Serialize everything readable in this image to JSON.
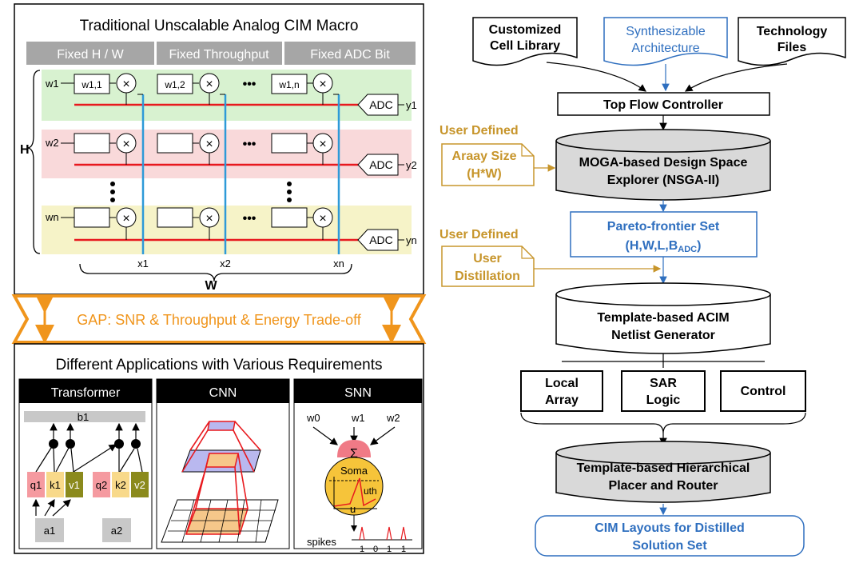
{
  "left": {
    "top_title": "Traditional Unscalable Analog CIM Macro",
    "headers": [
      "Fixed H / W",
      "Fixed Throughput",
      "Fixed ADC Bit"
    ],
    "h_label": "H",
    "w_label": "W",
    "rows": [
      {
        "w": "w1",
        "cells": [
          "w1,1",
          "w1,2",
          "w1,n"
        ],
        "adc": "ADC",
        "y": "y1"
      },
      {
        "w": "w2",
        "cells": [
          "",
          "",
          ""
        ],
        "adc": "ADC",
        "y": "y2"
      },
      {
        "w": "wn",
        "cells": [
          "",
          "",
          ""
        ],
        "adc": "ADC",
        "y": "yn"
      }
    ],
    "xs": [
      "x1",
      "x2",
      "xn"
    ],
    "mult": "×",
    "dots_h": "•••",
    "gap_text": "GAP: SNR & Throughput & Energy Trade-off",
    "apps_title": "Different Applications with Various Requirements",
    "apps": {
      "transformer": {
        "title": "Transformer",
        "b": "b1",
        "q1": "q1",
        "k1": "k1",
        "v1": "v1",
        "q2": "q2",
        "k2": "k2",
        "v2": "v2",
        "a1": "a1",
        "a2": "a2"
      },
      "cnn": {
        "title": "CNN"
      },
      "snn": {
        "title": "SNN",
        "w0": "w0",
        "w1": "w1",
        "w2": "w2",
        "sigma": "Σ",
        "soma": "Soma",
        "uth": "uth",
        "u": "u",
        "spikes": "spikes",
        "bits": [
          "1",
          "0",
          "1",
          "1"
        ]
      }
    },
    "colors": {
      "green": "#d8f2d0",
      "pink": "#f9d9da",
      "yellow": "#f6f3c8",
      "red": "#e8191e",
      "blue": "#2e9ad8",
      "orange": "#f0951c"
    }
  },
  "right": {
    "inputs": [
      {
        "line1": "Customized",
        "line2": "Cell Library"
      },
      {
        "line1": "Synthesizable",
        "line2": "Architecture"
      },
      {
        "line1": "Technology",
        "line2": "Files"
      }
    ],
    "top_flow": "Top Flow Controller",
    "user_defined_1": "User Defined",
    "array_size": {
      "line1": "Araay Size",
      "line2": "(H*W)"
    },
    "moga": {
      "line1": "MOGA-based Design Space",
      "line2": "Explorer  (NSGA-II)"
    },
    "pareto": {
      "line1": "Pareto-frontier Set",
      "line2": "(H,W,L,B",
      "sub": "ADC",
      "end": ")"
    },
    "user_defined_2": "User Defined",
    "distill": {
      "line1": "User",
      "line2": "Distillation"
    },
    "netlist": {
      "line1": "Template-based ACIM",
      "line2": "Netlist Generator"
    },
    "modules": [
      {
        "line1": "Local",
        "line2": "Array"
      },
      {
        "line1": "SAR",
        "line2": "Logic"
      },
      {
        "line1": "Control",
        "line2": ""
      }
    ],
    "placer": {
      "line1": "Template-based Hierarchical",
      "line2": "Placer and Router"
    },
    "output": {
      "line1": "CIM Layouts for Distilled",
      "line2": "Solution Set"
    },
    "colors": {
      "blue": "#2f6fbf",
      "gold": "#c7952b",
      "gray": "#d9d9d9"
    }
  }
}
